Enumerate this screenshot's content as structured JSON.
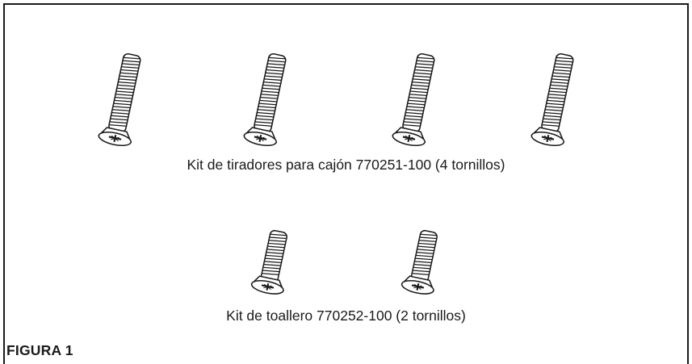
{
  "kits": [
    {
      "caption": "Kit de tiradores para cajón 770251-100 (4 tornillos)",
      "screws": [
        "long-screw",
        "long-screw",
        "long-screw",
        "long-screw"
      ]
    },
    {
      "caption": "Kit de toallero 770252-100 (2 tornillos)",
      "screws": [
        "short-screw",
        "short-screw"
      ]
    }
  ],
  "figure_label": "FIGURA 1"
}
